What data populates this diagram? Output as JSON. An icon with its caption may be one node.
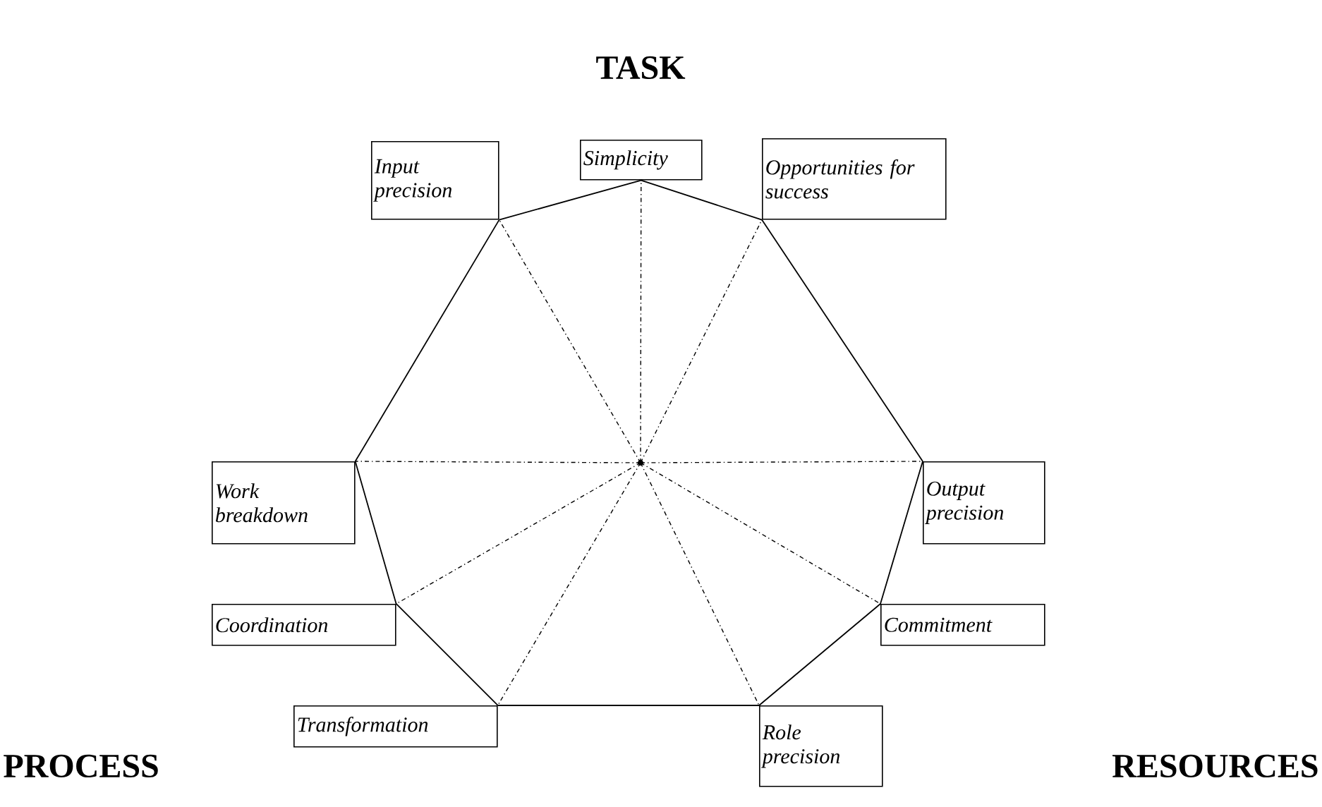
{
  "diagram": {
    "nodes": [
      {
        "text": [
          "Simplicity"
        ]
      },
      {
        "text": [
          "Input precision"
        ]
      },
      {
        "text": [
          "Opportunities for success"
        ]
      },
      {
        "text": [
          "Work breakdown"
        ]
      },
      {
        "text": [],
        "shape": "circle"
      },
      {
        "text": [
          "Output precision"
        ]
      },
      {
        "text": [
          "Coordination"
        ]
      },
      {
        "text": [
          "Commitment"
        ]
      },
      {
        "text": [
          "Transformation"
        ]
      },
      {
        "text": [
          "Role precision"
        ]
      }
    ],
    "edges": [
      {
        "from": 0,
        "to": 2,
        "arrow": "none"
      },
      {
        "from": 2,
        "to": 5,
        "arrow": "none"
      },
      {
        "from": 5,
        "to": 7,
        "arrow": "none"
      },
      {
        "from": 7,
        "to": 9,
        "arrow": "none"
      },
      {
        "from": 9,
        "to": 8,
        "arrow": "none"
      },
      {
        "from": 8,
        "to": 6,
        "arrow": "none"
      },
      {
        "from": 6,
        "to": 3,
        "arrow": "none"
      },
      {
        "from": 3,
        "to": 1,
        "arrow": "none"
      },
      {
        "from": 1,
        "to": 0,
        "arrow": "none"
      },
      {
        "from": 4,
        "to": 0,
        "arrow": "none",
        "style": "dashed"
      },
      {
        "from": 4,
        "to": 2,
        "arrow": "none",
        "style": "dashed"
      },
      {
        "from": 4,
        "to": 5,
        "arrow": "none",
        "style": "dashed"
      },
      {
        "from": 4,
        "to": 7,
        "arrow": "none",
        "style": "dashed"
      },
      {
        "from": 4,
        "to": 9,
        "arrow": "none",
        "style": "dashed"
      },
      {
        "from": 4,
        "to": 8,
        "arrow": "none",
        "style": "dashed"
      },
      {
        "from": 4,
        "to": 6,
        "arrow": "none",
        "style": "dashed"
      },
      {
        "from": 4,
        "to": 3,
        "arrow": "none",
        "style": "dashed"
      },
      {
        "from": 4,
        "to": 1,
        "arrow": "none",
        "style": "dashed"
      }
    ],
    "labels": [
      "TASK",
      "PROCESS",
      "RESOURCES"
    ]
  }
}
